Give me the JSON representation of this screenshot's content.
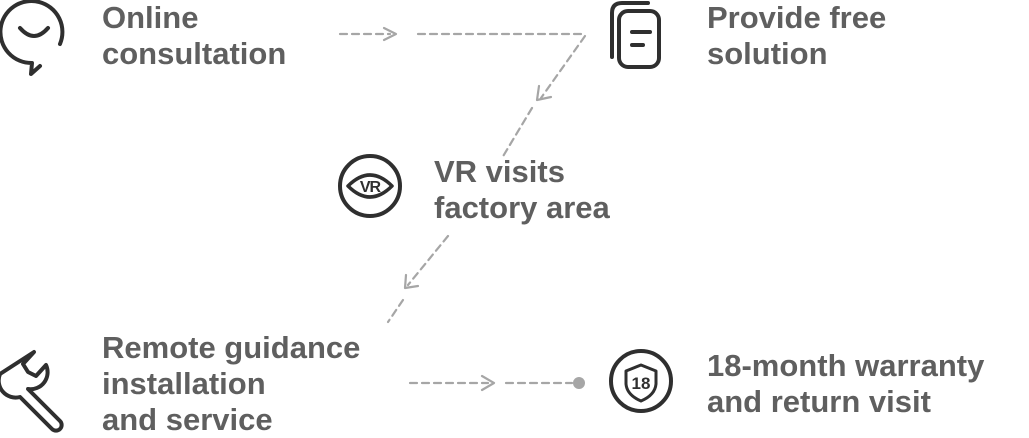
{
  "steps": [
    {
      "id": "consultation",
      "icon": "chat-bubble-smile-icon",
      "lines": [
        "Online",
        "consultation"
      ]
    },
    {
      "id": "solution",
      "icon": "documents-icon",
      "lines": [
        "Provide free",
        "solution"
      ]
    },
    {
      "id": "vr",
      "icon": "vr-eye-icon",
      "icon_text": "VR",
      "lines": [
        "VR visits",
        "factory area"
      ]
    },
    {
      "id": "remote",
      "icon": "wrench-icon",
      "lines": [
        "Remote guidance",
        "installation",
        "and service"
      ]
    },
    {
      "id": "warranty",
      "icon": "shield-18-icon",
      "icon_text": "18",
      "lines": [
        "18-month warranty",
        "and return visit"
      ]
    }
  ],
  "colors": {
    "text": "#5f5f5f",
    "icon": "#2f2f2f",
    "connector": "#a6a6a6"
  }
}
